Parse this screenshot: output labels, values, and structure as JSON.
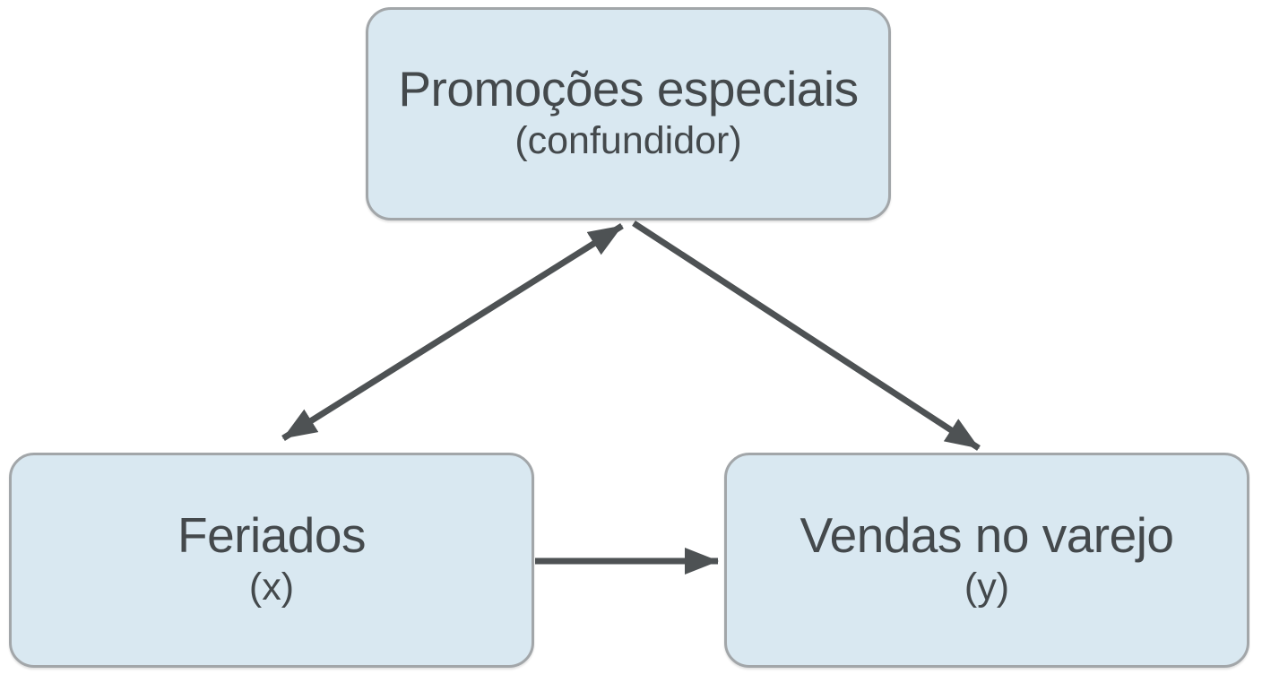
{
  "diagram": {
    "type": "causal-dag",
    "background_color": "#ffffff",
    "node_fill_color": "#d9e8f1",
    "node_border_color": "#a2a6a9",
    "text_color": "#44494c",
    "arrow_color": "#4e5254",
    "nodes": [
      {
        "id": "confounder",
        "title": "Promoções especiais",
        "subtitle": "(confundidor)",
        "position": "top-center"
      },
      {
        "id": "x",
        "title": "Feriados",
        "subtitle": "(x)",
        "position": "bottom-left"
      },
      {
        "id": "y",
        "title": "Vendas no varejo",
        "subtitle": "(y)",
        "position": "bottom-right"
      }
    ],
    "edges": [
      {
        "from": "x",
        "to": "confounder",
        "bidirectional": true
      },
      {
        "from": "confounder",
        "to": "y",
        "bidirectional": false
      },
      {
        "from": "x",
        "to": "y",
        "bidirectional": false
      }
    ]
  }
}
